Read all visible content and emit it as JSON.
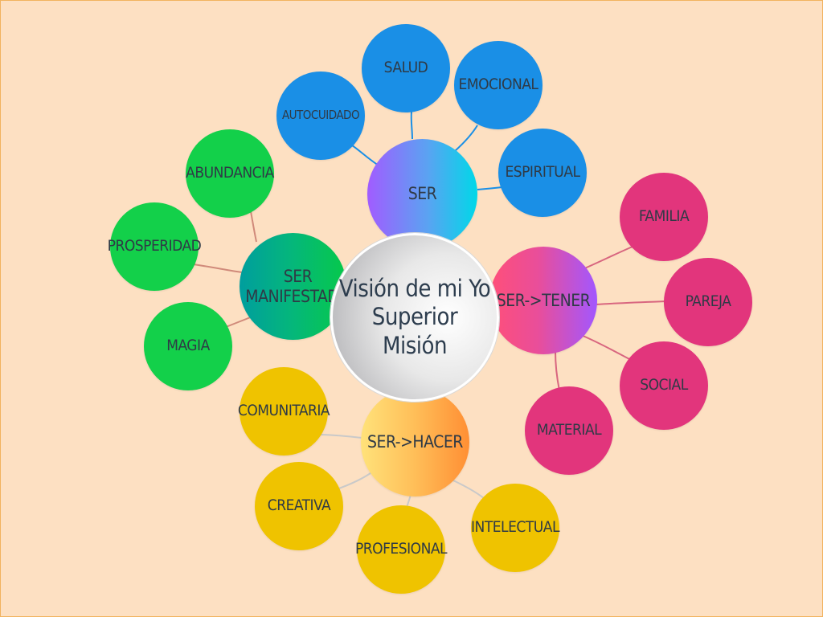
{
  "center": {
    "lines": [
      "Visión de mi Yo",
      "Superior",
      "Misión"
    ]
  },
  "ser": {
    "label": "SER",
    "leaves": {
      "autocuidado": "AUTOCUIDADO",
      "salud": "SALUD",
      "emocional": "EMOCIONAL",
      "espiritual": "ESPIRITUAL"
    }
  },
  "tener": {
    "label": "SER->TENER",
    "leaves": {
      "familia": "FAMILIA",
      "pareja": "PAREJA",
      "social": "SOCIAL",
      "material": "MATERIAL"
    }
  },
  "hacer": {
    "label": "SER->HACER",
    "leaves": {
      "comunitaria": "COMUNITARIA",
      "creativa": "CREATIVA",
      "profesional": "PROFESIONAL",
      "intelectual": "INTELECTUAL"
    }
  },
  "manifestado": {
    "lines": [
      "SER",
      "MANIFESTADO"
    ],
    "leaves": {
      "abundancia": "ABUNDANCIA",
      "prosperidad": "PROSPERIDAD",
      "magia": "MAGIA"
    }
  },
  "colors": {
    "background": "#fde0c2",
    "ser_leaves": "#1a8fe6",
    "tener_leaves": "#e2357c",
    "hacer_leaves": "#efc300",
    "manifestado_leaves": "#13d04a",
    "link_blue": "#1a8fe6",
    "link_pink": "#d8667f",
    "link_yellow": "#c9c9c9",
    "link_green": "#d08a7a"
  }
}
